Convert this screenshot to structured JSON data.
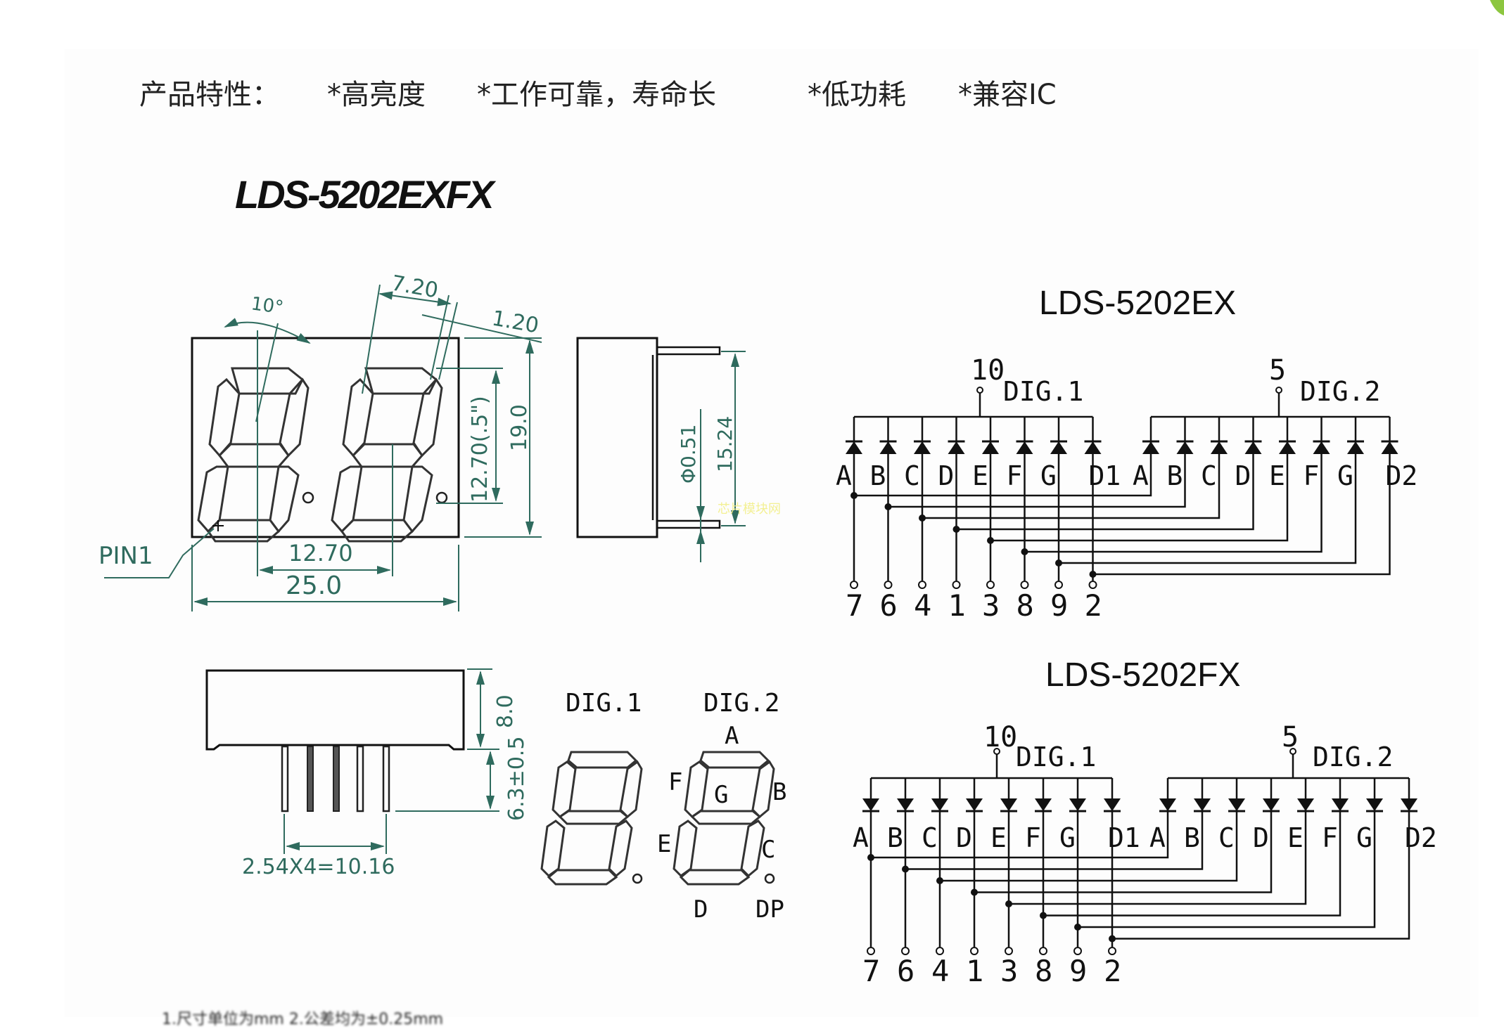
{
  "features": {
    "label": "产品特性：",
    "items": [
      "*高亮度",
      "*工作可靠，寿命长",
      "*低功耗",
      "*兼容IC"
    ]
  },
  "main_title": "LDS-5202EXFX",
  "front_view": {
    "angle": "10°",
    "segment_width": "7.20",
    "segment_spacing": "1.20",
    "digit_height": "12.70(.5\")",
    "body_height": "19.0",
    "digit_pitch": "12.70",
    "body_width": "25.0",
    "pin1_label": "PIN1"
  },
  "side_view": {
    "pin_diameter": "Φ0.51",
    "pin_row_spacing": "15.24"
  },
  "bottom_view": {
    "body_depth": "8.0",
    "pin_length": "6.3±0.5",
    "pin_pitch": "2.54X4=10.16"
  },
  "digit_diagram": {
    "dig1_label": "DIG.1",
    "dig2_label": "DIG.2",
    "segment_labels": {
      "a": "A",
      "b": "B",
      "c": "C",
      "d": "D",
      "e": "E",
      "f": "F",
      "g": "G",
      "dp": "DP"
    }
  },
  "schematics": [
    {
      "title": "LDS-5202EX",
      "diode_direction": "up",
      "dig1": {
        "pin": "10",
        "label": "DIG.1",
        "segments": [
          "A",
          "B",
          "C",
          "D",
          "E",
          "F",
          "G",
          "D1"
        ]
      },
      "dig2": {
        "pin": "5",
        "label": "DIG.2",
        "segments": [
          "A",
          "B",
          "C",
          "D",
          "E",
          "F",
          "G",
          "D2"
        ]
      },
      "segment_pins": [
        "7",
        "6",
        "4",
        "1",
        "3",
        "8",
        "9",
        "2"
      ]
    },
    {
      "title": "LDS-5202FX",
      "diode_direction": "down",
      "dig1": {
        "pin": "10",
        "label": "DIG.1",
        "segments": [
          "A",
          "B",
          "C",
          "D",
          "E",
          "F",
          "G",
          "D1"
        ]
      },
      "dig2": {
        "pin": "5",
        "label": "DIG.2",
        "segments": [
          "A",
          "B",
          "C",
          "D",
          "E",
          "F",
          "G",
          "D2"
        ]
      },
      "segment_pins": [
        "7",
        "6",
        "4",
        "1",
        "3",
        "8",
        "9",
        "2"
      ]
    }
  ],
  "watermark": "芯片模块网",
  "bottom_note": "1.尺寸单位为mm  2.公差均为±0.25mm"
}
